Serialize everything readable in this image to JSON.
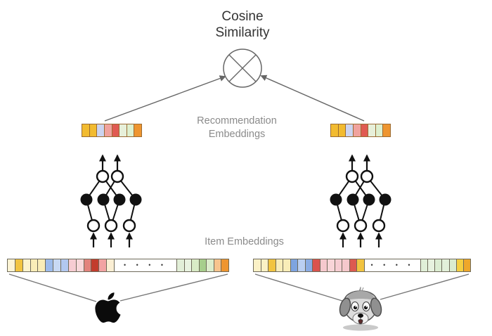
{
  "title": {
    "line1": "Cosine",
    "line2": "Similarity"
  },
  "labels": {
    "recommendation_line1": "Recommendation",
    "recommendation_line2": "Embeddings",
    "item": "Item Embeddings",
    "ellipsis": "• • • •"
  },
  "colors": {
    "rec_cell_border": "#9a6b33",
    "item_cell_border": "#6e6a5a",
    "arrow_gray": "#6b6b6b",
    "network_black": "#111111"
  },
  "embeddings": {
    "left_recommendation": {
      "cells": [
        "#f2bb30",
        "#f2bb30",
        "#ccd4f0",
        "#f0a29e",
        "#e05a52",
        "#e7f0da",
        "#def0cf",
        "#ee9530"
      ]
    },
    "right_recommendation": {
      "cells": [
        "#f2bb30",
        "#f2bb30",
        "#ccd4f0",
        "#f0a29e",
        "#e05a52",
        "#e7f0da",
        "#def0cf",
        "#ee9530"
      ]
    },
    "left_item": {
      "left_cells": [
        "#fdf4d4",
        "#f2c440",
        "#fcf3cd",
        "#f9edb8",
        "#f9edb8",
        "#9cbbec",
        "#c8d9f4",
        "#b2c8f0",
        "#f6ccd2",
        "#f8d8db",
        "#e2837d",
        "#c23c2d",
        "#f2a3a3",
        "#fbefd4"
      ],
      "right_cells": [
        "#e2efd8",
        "#e9f3e1",
        "#d8ebc6",
        "#a6ce8c",
        "#dcedcc",
        "#f7c48e",
        "#ee9530"
      ]
    },
    "right_item": {
      "left_cells": [
        "#fbf1c6",
        "#fbf1c6",
        "#f2c440",
        "#f9edb8",
        "#f9edb8",
        "#7ea4e0",
        "#bacff2",
        "#8aace4",
        "#da534e",
        "#f6c9ce",
        "#f8d5d8",
        "#f6cdd2",
        "#f5c8cc",
        "#dd5a50",
        "#f2c440"
      ],
      "right_cells": [
        "#e0efd8",
        "#e7f2df",
        "#dcedd2",
        "#e2f0da",
        "#daecd0",
        "#f5cf42",
        "#efa72a"
      ]
    }
  },
  "networks": {
    "left_tower": {
      "input_nodes": 3,
      "hidden_nodes": 4,
      "output_nodes": 2
    },
    "right_tower": {
      "input_nodes": 3,
      "hidden_nodes": 4,
      "output_nodes": 2
    }
  },
  "icons": {
    "left_item": "apple-logo",
    "right_item": "dog-face",
    "similarity_node": "multiply-circle"
  }
}
